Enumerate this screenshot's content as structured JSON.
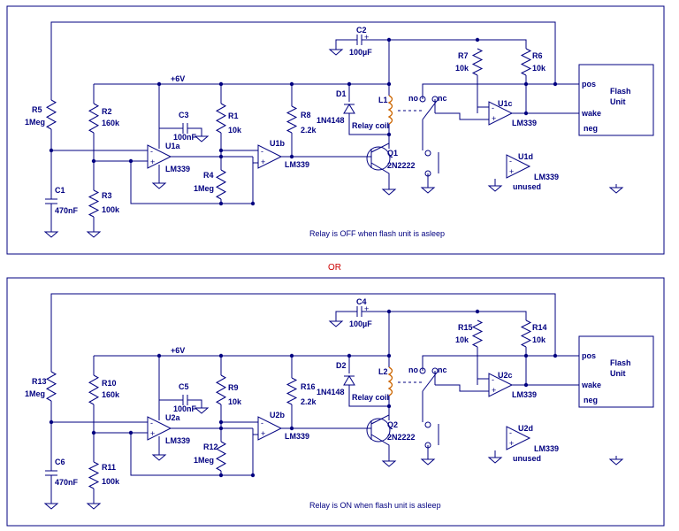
{
  "colors": {
    "wire": "#000080",
    "or_text": "#cc0000",
    "coil": "#cc6600"
  },
  "separator": "OR",
  "circuits": [
    {
      "caption": "Relay is OFF when flash unit is asleep",
      "supply": "+6V",
      "R5": {
        "name": "R5",
        "value": "1Meg"
      },
      "R2": {
        "name": "R2",
        "value": "160k"
      },
      "R3": {
        "name": "R3",
        "value": "100k"
      },
      "C1": {
        "name": "C1",
        "value": "470nF"
      },
      "C3": {
        "name": "C3",
        "value": "100nF"
      },
      "R1": {
        "name": "R1",
        "value": "10k"
      },
      "R4": {
        "name": "R4",
        "value": "1Meg"
      },
      "R8": {
        "name": "R8",
        "value": "2.2k"
      },
      "D1": {
        "name": "D1",
        "value": "1N4148"
      },
      "C2": {
        "name": "C2",
        "value": "100µF"
      },
      "L1": {
        "name": "L1",
        "value": "Relay coil"
      },
      "Q1": {
        "name": "Q1",
        "value": "2N2222"
      },
      "R7": {
        "name": "R7",
        "value": "10k"
      },
      "R6": {
        "name": "R6",
        "value": "10k"
      },
      "U1a": {
        "name": "U1a",
        "value": "LM339"
      },
      "U1b": {
        "name": "U1b",
        "value": "LM339"
      },
      "U1c": {
        "name": "U1c",
        "value": "LM339"
      },
      "U1d": {
        "name": "U1d",
        "value": "LM339",
        "note": "unused"
      },
      "contact_no": "no",
      "contact_nc": "nc",
      "flash": {
        "title1": "Flash",
        "title2": "Unit",
        "pos": "pos",
        "wake": "wake",
        "neg": "neg"
      },
      "plus": "+"
    },
    {
      "caption": "Relay is ON when flash unit is asleep",
      "supply": "+6V",
      "R5": {
        "name": "R13",
        "value": "1Meg"
      },
      "R2": {
        "name": "R10",
        "value": "160k"
      },
      "R3": {
        "name": "R11",
        "value": "100k"
      },
      "C1": {
        "name": "C6",
        "value": "470nF"
      },
      "C3": {
        "name": "C5",
        "value": "100nF"
      },
      "R1": {
        "name": "R9",
        "value": "10k"
      },
      "R4": {
        "name": "R12",
        "value": "1Meg"
      },
      "R8": {
        "name": "R16",
        "value": "2.2k"
      },
      "D1": {
        "name": "D2",
        "value": "1N4148"
      },
      "C2": {
        "name": "C4",
        "value": "100µF"
      },
      "L1": {
        "name": "L2",
        "value": "Relay coil"
      },
      "Q1": {
        "name": "Q2",
        "value": "2N2222"
      },
      "R7": {
        "name": "R15",
        "value": "10k"
      },
      "R6": {
        "name": "R14",
        "value": "10k"
      },
      "U1a": {
        "name": "U2a",
        "value": "LM339"
      },
      "U1b": {
        "name": "U2b",
        "value": "LM339"
      },
      "U1c": {
        "name": "U2c",
        "value": "LM339"
      },
      "U1d": {
        "name": "U2d",
        "value": "LM339",
        "note": "unused"
      },
      "contact_no": "no",
      "contact_nc": "nc",
      "flash": {
        "title1": "Flash",
        "title2": "Unit",
        "pos": "pos",
        "wake": "wake",
        "neg": "neg"
      },
      "plus": "+"
    }
  ]
}
